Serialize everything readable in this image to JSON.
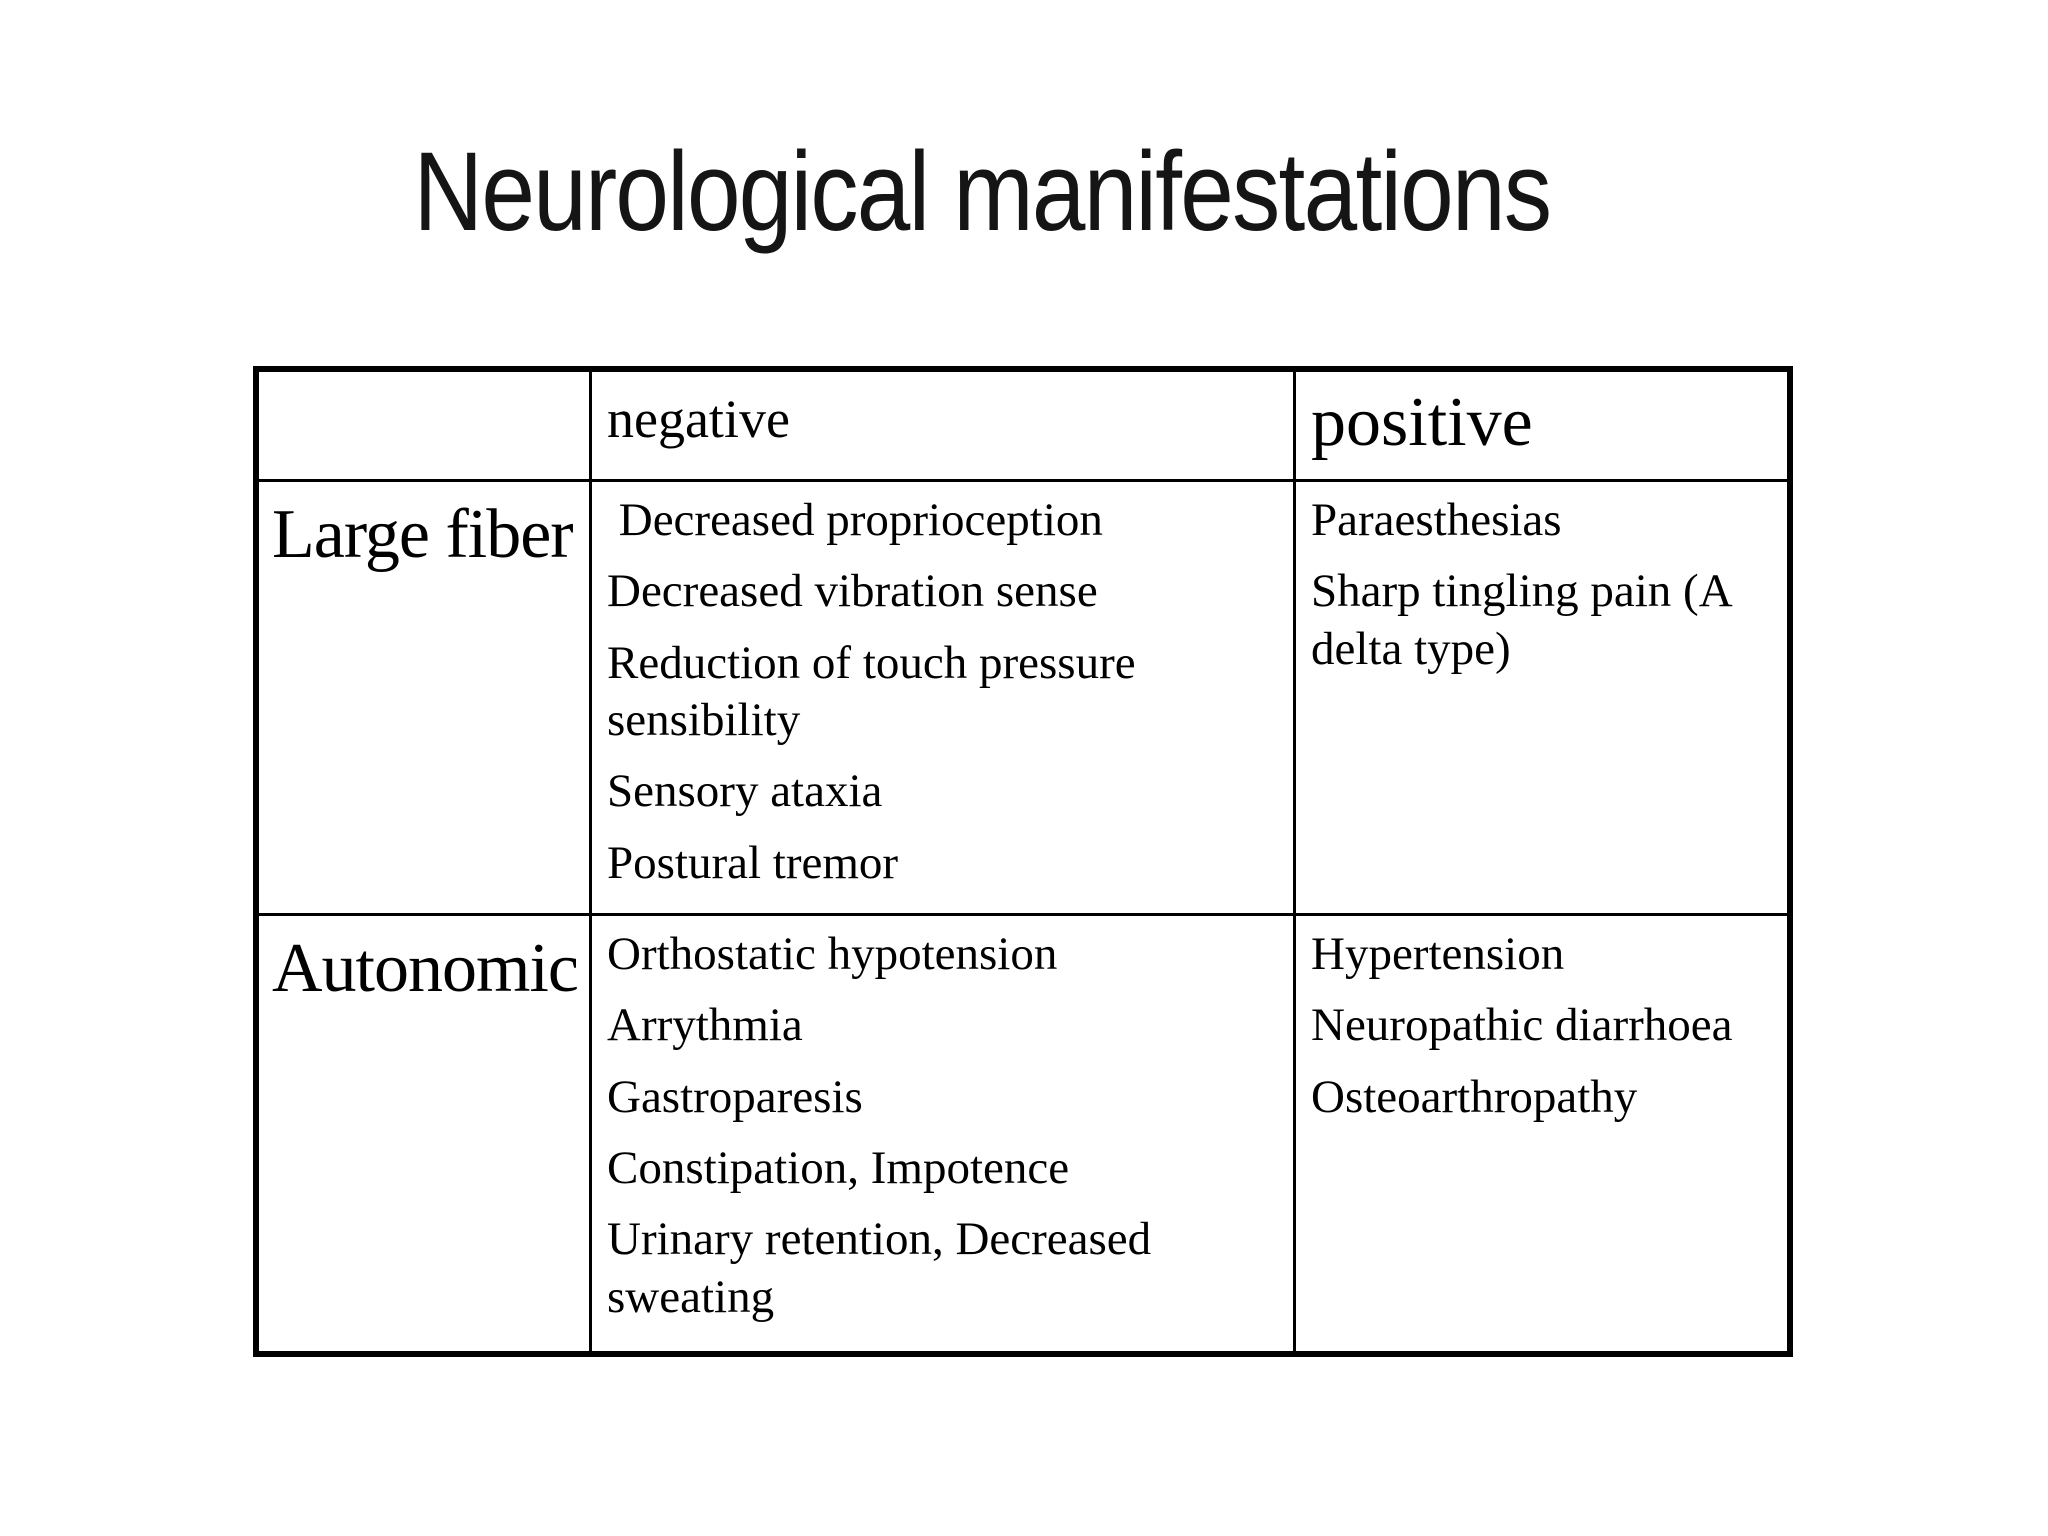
{
  "title": "Neurological manifestations",
  "colors": {
    "background": "#ffffff",
    "text": "#000000",
    "table_border": "#000000"
  },
  "table": {
    "header": {
      "corner": "",
      "negative": "negative",
      "positive": "positive"
    },
    "rows": [
      {
        "label": "Large fiber",
        "negative": [
          " Decreased proprioception",
          "Decreased vibration sense",
          "Reduction of touch pressure sensibility",
          "Sensory ataxia",
          "Postural tremor"
        ],
        "positive": [
          "Paraesthesias",
          "Sharp tingling pain (A delta type)"
        ]
      },
      {
        "label": "Autonomic",
        "negative": [
          "Orthostatic hypotension",
          "Arrythmia",
          "Gastroparesis",
          "Constipation, Impotence",
          "Urinary retention, Decreased sweating"
        ],
        "positive": [
          "Hypertension",
          "Neuropathic diarrhoea",
          "Osteoarthropathy"
        ]
      }
    ]
  }
}
